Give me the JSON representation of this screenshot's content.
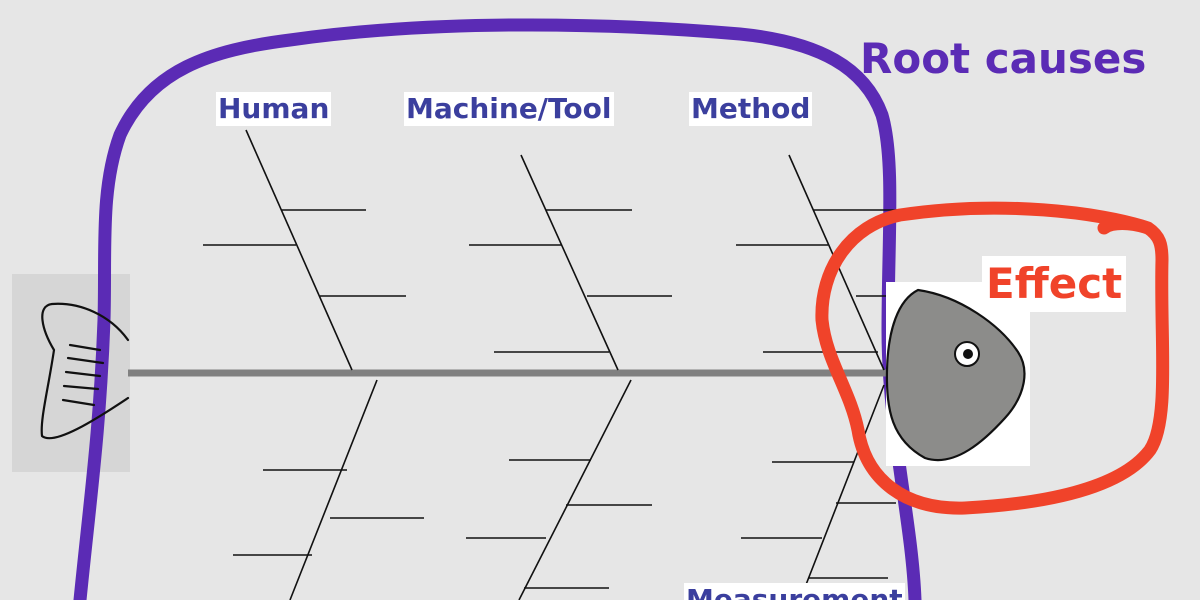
{
  "title": "Root causes",
  "effect": "Effect",
  "categories": [
    {
      "label": "Human"
    },
    {
      "label": "Machine/Tool"
    },
    {
      "label": "Method"
    },
    {
      "label": "Measurement"
    }
  ],
  "colors": {
    "background": "#e6e6e6",
    "root_causes_outline": "#5b2bb5",
    "effect_outline": "#f0432a",
    "category_text": "#3b3f9e",
    "spine": "#808080",
    "fish_head": "#8c8c8a",
    "tail_panel": "#d6d6d6",
    "line": "#111111"
  },
  "icons": {
    "head": "fish-head-icon",
    "tail": "fish-tail-icon",
    "eye": "fish-eye-icon"
  }
}
